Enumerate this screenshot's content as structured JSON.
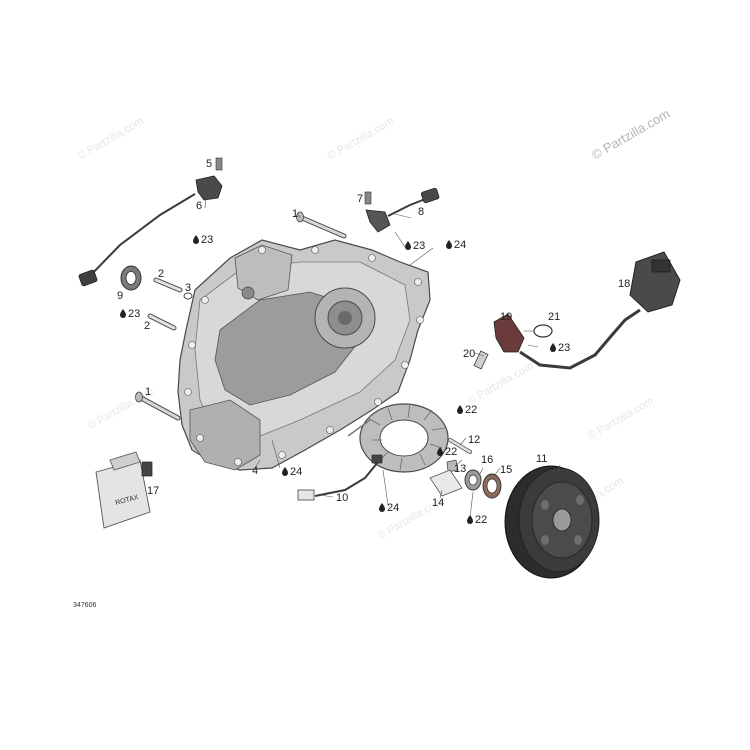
{
  "watermark": {
    "main": "© Partzilla.com",
    "faint": "© Partzilla.com"
  },
  "diagram_code": "347606",
  "module_label": "ROTAX",
  "callouts": {
    "c1a": "1",
    "c1b": "1",
    "c2a": "2",
    "c2b": "2",
    "c3": "3",
    "c4": "4",
    "c5": "5",
    "c6": "6",
    "c7": "7",
    "c8": "8",
    "c9": "9",
    "c10": "10",
    "c11": "11",
    "c12": "12",
    "c13": "13",
    "c14": "14",
    "c15": "15",
    "c16": "16",
    "c17": "17",
    "c18": "18",
    "c19": "19",
    "c20": "20",
    "c21": "21"
  },
  "lubricant_refs": {
    "l23a": "23",
    "l23b": "23",
    "l23c": "23",
    "l23d": "23",
    "l24a": "24",
    "l24b": "24",
    "l24c": "24",
    "l22a": "22",
    "l22b": "22",
    "l22c": "22"
  },
  "colors": {
    "casting": "#c9c9c9",
    "casting_dark": "#8e8e8e",
    "outline": "#4a4a4a",
    "wire": "#3a3a3a",
    "rubber": "#6b3a3a",
    "flywheel": "#3b3b3b"
  }
}
